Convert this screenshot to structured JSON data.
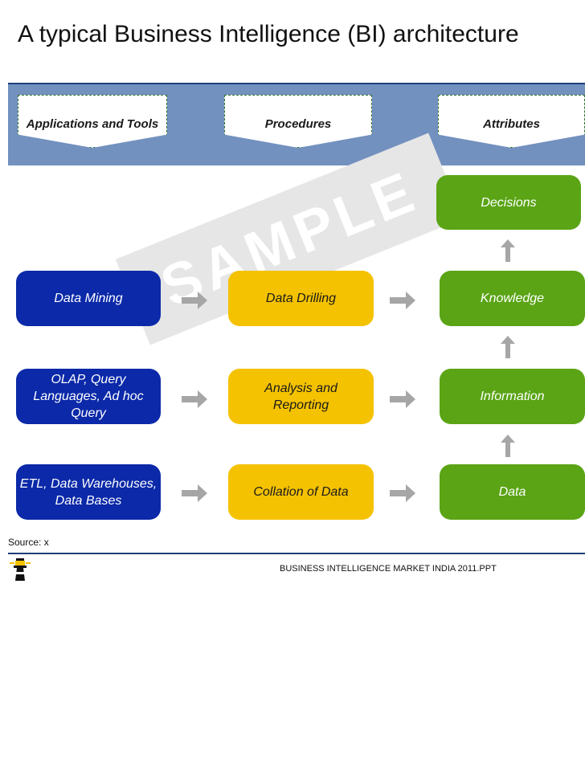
{
  "title": "A typical Business Intelligence (BI) architecture",
  "headers": {
    "applications": "Applications and Tools",
    "procedures": "Procedures",
    "attributes": "Attributes"
  },
  "applications": [
    "Data Mining",
    "OLAP, Query Languages, Ad hoc Query",
    "ETL, Data Warehouses, Data Bases"
  ],
  "procedures": [
    "Data Drilling",
    "Analysis and Reporting",
    "Collation of Data"
  ],
  "attributes": {
    "decisions": "Decisions",
    "knowledge": "Knowledge",
    "information": "Information",
    "data": "Data"
  },
  "watermark": "SAMPLE",
  "source": "Source: x",
  "footer": "BUSINESS INTELLIGENCE MARKET INDIA 2011.PPT",
  "colors": {
    "header_band": "#7391bf",
    "applications": "#0b29a8",
    "procedures": "#f4c200",
    "attributes": "#5aa415",
    "arrow": "#a6a6a6"
  }
}
